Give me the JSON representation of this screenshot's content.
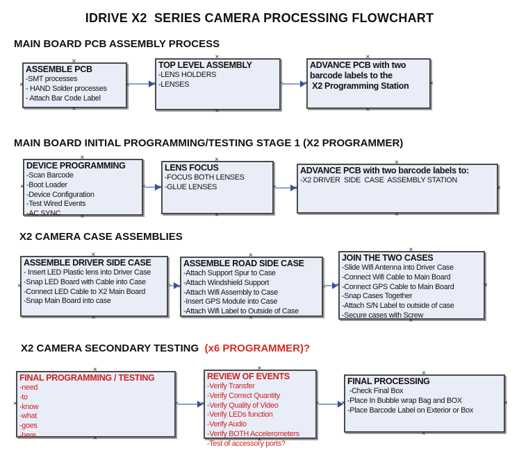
{
  "title": "IDRIVE X2  SERIES CAMERA PROCESSING FLOWCHART",
  "icons": {
    "anchor": "×"
  },
  "colors": {
    "box_fill": "#e9edf7",
    "box_border": "#4a4a4a",
    "box_shadow": "#9a9a9a",
    "arrow_line": "#8ea3c9",
    "arrow_head": "#35519e",
    "red_text": "#cc2222",
    "red_header": "#d52b20"
  },
  "sections": [
    {
      "header": "MAIN BOARD PCB ASSEMBLY PROCESS",
      "boxes": [
        {
          "title": "ASSEMBLE PCB",
          "items": [
            "-SMT processes",
            "- HAND Solder processes",
            "- Attach Bar Code Label"
          ]
        },
        {
          "title": "TOP LEVEL ASSEMBLY",
          "items": [
            "-LENS HOLDERS",
            "-LENSES"
          ]
        },
        {
          "title": "ADVANCE PCB with two",
          "items": [
            "barcode labels to the",
            " X2 Programming Station"
          ]
        }
      ]
    },
    {
      "header": "MAIN BOARD INITIAL PROGRAMMING/TESTING STAGE 1 (X2 PROGRAMMER)",
      "boxes": [
        {
          "title": "DEVICE PROGRAMMING",
          "items": [
            "-Scan Barcode",
            "-Boot Loader",
            "-Device Configuration",
            "-Test Wired Events",
            "-AC SYNC"
          ]
        },
        {
          "title": "LENS FOCUS",
          "items": [
            "-FOCUS BOTH LENSES",
            "-GLUE LENSES"
          ]
        },
        {
          "title": "ADVANCE PCB with two barcode labels to:",
          "items": [
            "-X2 DRIVER  SIDE  CASE  ASSEMBLY STATION"
          ]
        }
      ]
    },
    {
      "header": "X2 CAMERA CASE ASSEMBLIES",
      "boxes": [
        {
          "title": "ASSEMBLE DRIVER SIDE CASE",
          "items": [
            "- Insert LED Plastic lens into Driver Case",
            "-Snap LED Board with Cable into Case",
            "-Connect LED Cable to X2 Main Board",
            "-Snap Main Board into case"
          ]
        },
        {
          "title": "ASSEMBLE ROAD SIDE CASE",
          "items": [
            "-Attach Support Spur to Case",
            "-Attach Windshield Support",
            "-Attach Wifi Assembly to Case",
            "-Insert GPS Module into Case",
            "-Attach Wifi Label to Outside of Case"
          ]
        },
        {
          "title": "JOIN THE TWO CASES",
          "items": [
            "-Slide Wifi Antenna into Driver Case",
            "-Connect Wifi Cable to Main Board",
            "-Connect GPS Cable to Main Board",
            "-Snap Cases Together",
            "-Attach S/N Label to outside of case",
            "-Secure cases with Screw"
          ]
        }
      ]
    },
    {
      "header": "X2 CAMERA SECONDARY TESTING  ",
      "header_red": "(x6 PROGRAMMER)?",
      "boxes": [
        {
          "title": "FINAL PROGRAMMING / TESTING",
          "items": [
            "-need",
            "-to",
            "-know",
            "-what",
            "-goes",
            "-here"
          ]
        },
        {
          "title": "REVIEW OF EVENTS",
          "items": [
            "-Verify Transfer",
            "-Verify Correct Quantity",
            "-Verify Quality of Video",
            "-Verify LEDs function",
            "-Verify Audio",
            "-Verify BOTH Accelerometers",
            "-Test of accessory ports?"
          ]
        },
        {
          "title": "FINAL PROCESSING",
          "items": [
            " -Check Final Box",
            "-Place In Bubble wrap Bag and BOX",
            "-Place Barcode Label on Exterior or Box"
          ]
        }
      ]
    }
  ]
}
